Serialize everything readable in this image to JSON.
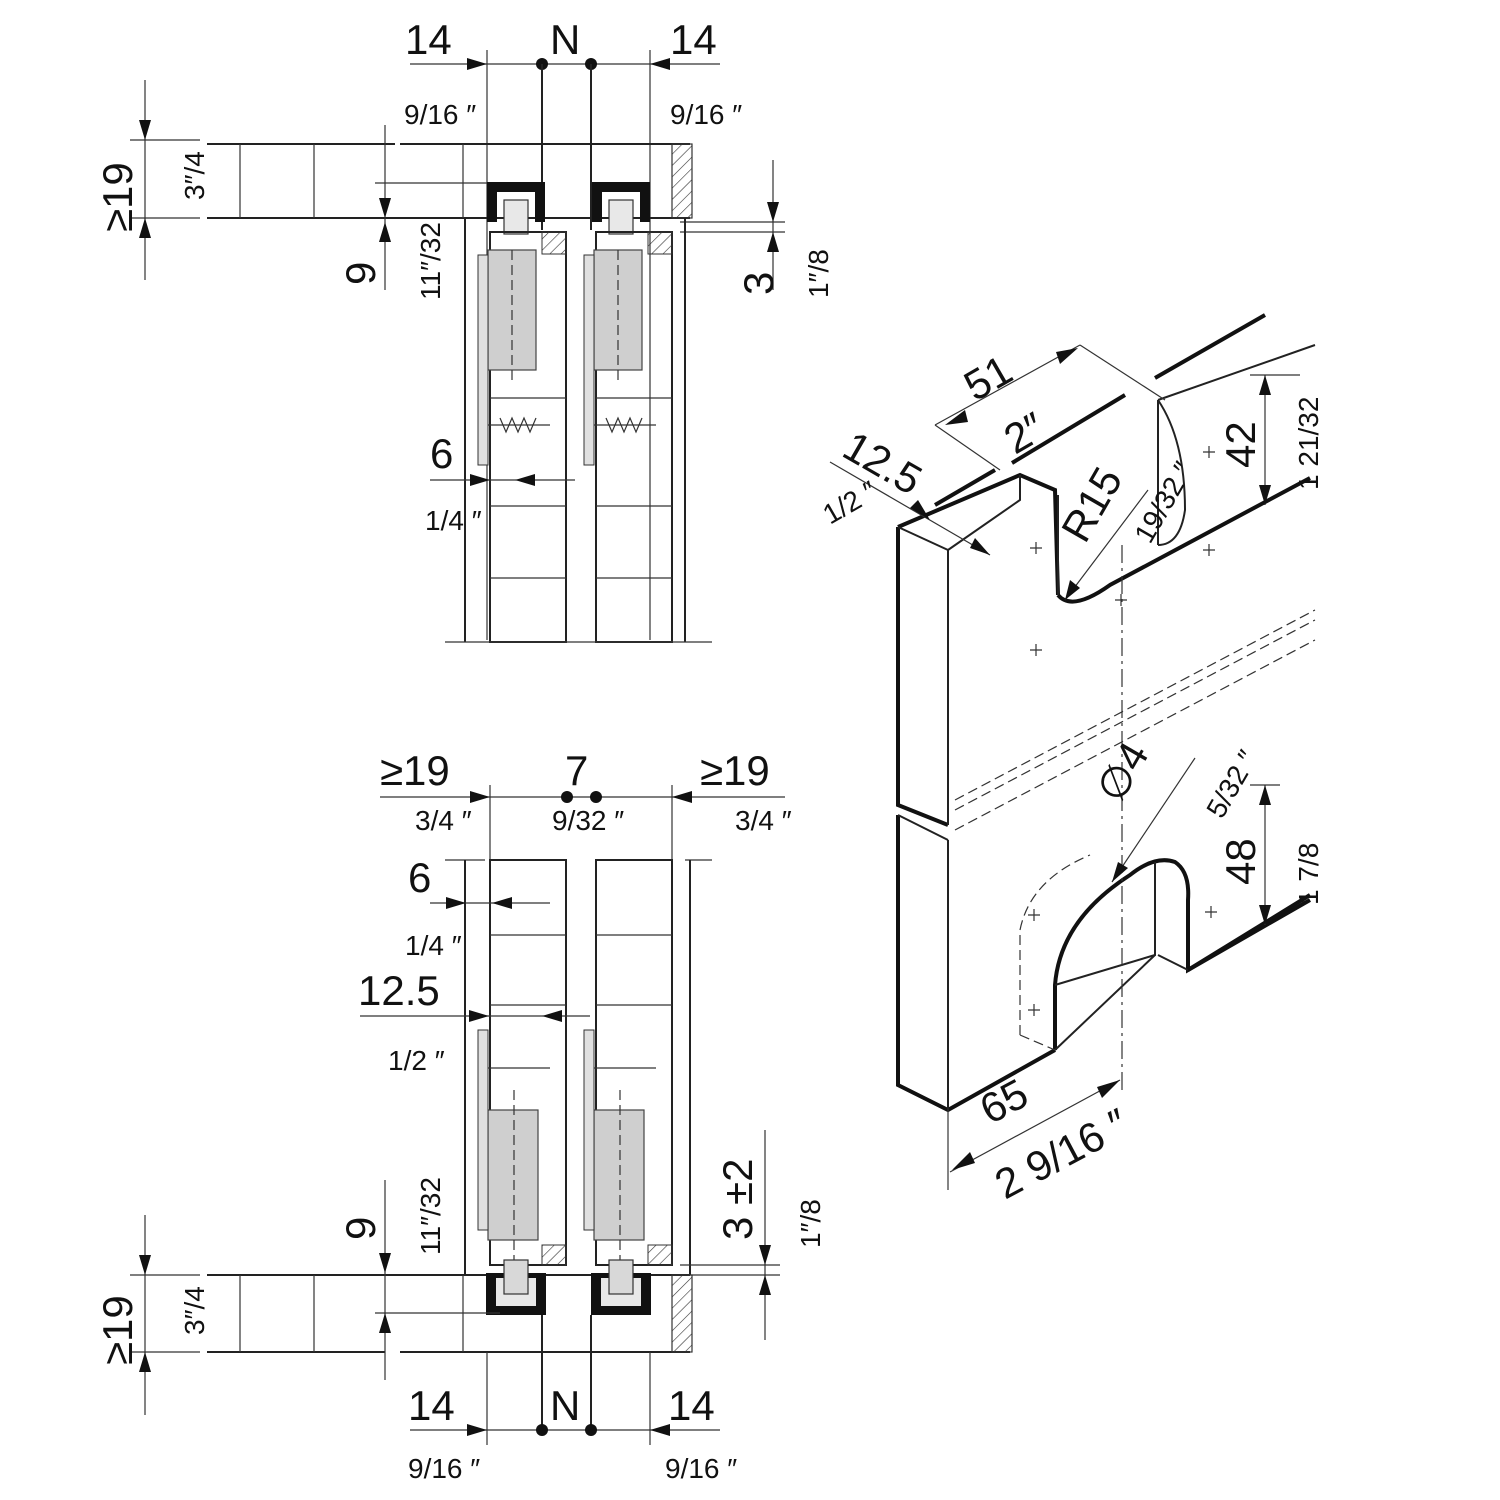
{
  "top_view": {
    "left_margin": "14",
    "left_margin_in": "9/16 ″",
    "center_gap": "N",
    "right_margin": "14",
    "right_margin_in": "9/16 ″",
    "panel_thickness": "≥19",
    "panel_thickness_in": "3″/4",
    "rail_depth": "9",
    "rail_depth_in": "11″/32",
    "right_offset": "3",
    "right_offset_in": "1″/8",
    "edge_offset": "6",
    "edge_offset_in": "1/4 ″"
  },
  "bottom_view": {
    "left_margin": "≥19",
    "left_margin_in": "3/4 ″",
    "center_gap": "7",
    "center_gap_in": "9/32 ″",
    "right_margin": "≥19",
    "right_margin_in": "3/4 ″",
    "edge_offset": "6",
    "edge_offset_in": "1/4 ″",
    "setback": "12.5",
    "setback_in": "1/2 ″",
    "rail_depth": "9",
    "rail_depth_in": "11″/32",
    "offset_tol": "3 ±2",
    "offset_tol_in": "1″/8",
    "panel_thickness": "≥19",
    "panel_thickness_in": "3″/4",
    "bottom_left_margin": "14",
    "bottom_left_margin_in": "9/16 ″",
    "bottom_center_gap": "N",
    "bottom_right_margin": "14",
    "bottom_right_margin_in": "9/16 ″"
  },
  "iso_view": {
    "width": "51",
    "width_in": "2″",
    "edge": "12.5",
    "edge_in": "1/2 ″",
    "radius": "R15",
    "radius_in": "19/32 ″",
    "top_height": "42",
    "top_height_in": "1 21/32",
    "hole": "∅4",
    "hole_in": "5/32 ″",
    "bottom_height": "48",
    "bottom_height_in": "1 7/8",
    "length": "65",
    "length_in": "2 9/16 ″"
  }
}
